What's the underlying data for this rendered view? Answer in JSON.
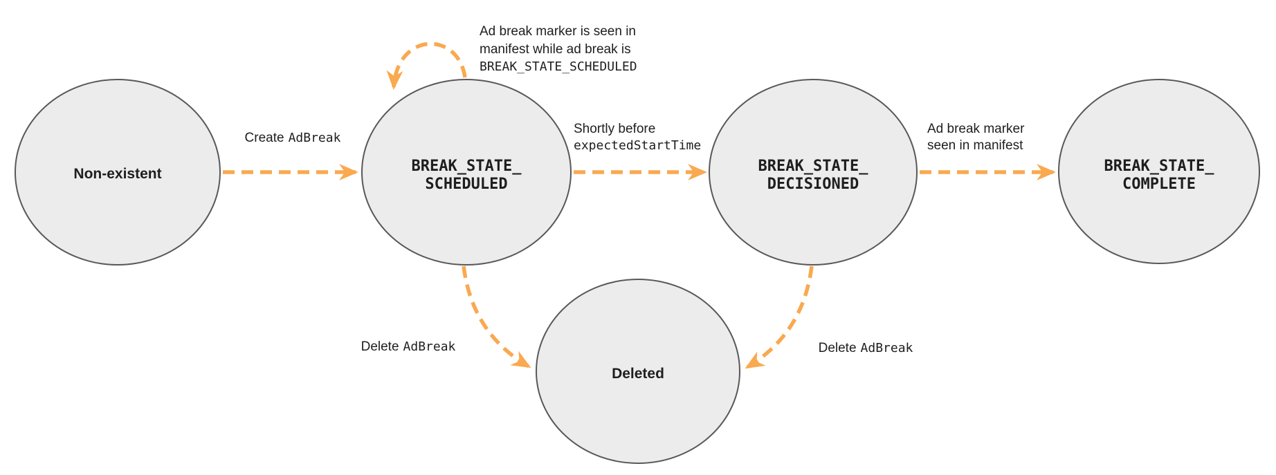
{
  "diagram": {
    "colors": {
      "arrow": "#F9A950",
      "node_fill": "#ECECEC",
      "node_stroke": "#58585A",
      "text": "#1E1E1E"
    },
    "nodes": {
      "non_existent": {
        "label": "Non-existent"
      },
      "scheduled": {
        "line1": "BREAK_STATE_",
        "line2": "SCHEDULED"
      },
      "decisioned": {
        "line1": "BREAK_STATE_",
        "line2": "DECISIONED"
      },
      "complete": {
        "line1": "BREAK_STATE_",
        "line2": "COMPLETE"
      },
      "deleted": {
        "label": "Deleted"
      }
    },
    "edges": {
      "create": {
        "action": "Create",
        "code": "AdBreak"
      },
      "self_loop": {
        "line1": "Ad break marker is seen in",
        "line2": "manifest while ad break is",
        "line3_code": "BREAK_STATE_SCHEDULED"
      },
      "to_decisioned": {
        "line1": "Shortly before",
        "line2_code": "expectedStartTime"
      },
      "to_complete": {
        "line1": "Ad break marker",
        "line2": "seen in manifest"
      },
      "delete_from_scheduled": {
        "action": "Delete",
        "code": "AdBreak"
      },
      "delete_from_decisioned": {
        "action": "Delete",
        "code": "AdBreak"
      }
    }
  }
}
